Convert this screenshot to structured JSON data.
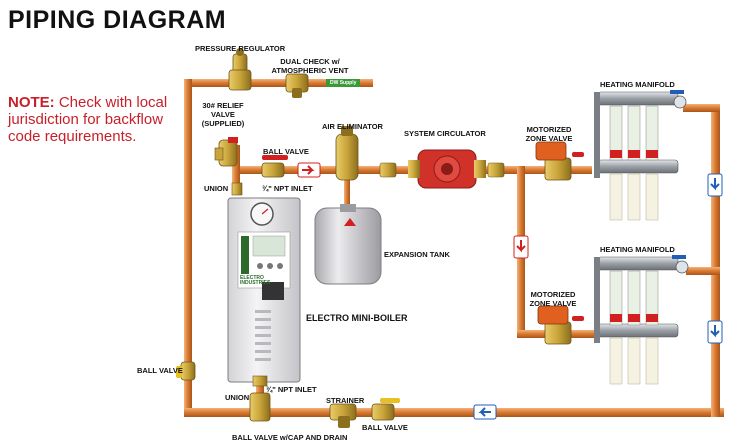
{
  "title": "PIPING DIAGRAM",
  "note": {
    "prefix": "NOTE:",
    "body": "Check with local jurisdiction for backflow code requirements."
  },
  "labels": {
    "pressure_regulator": "PRESSURE REGULATOR",
    "dual_check_line1": "DUAL CHECK w/",
    "dual_check_line2": "ATMOSPHERIC VENT",
    "dw_supply": "DW Supply",
    "relief_line1": "30# RELIEF",
    "relief_line2": "VALVE",
    "relief_line3": "(SUPPLIED)",
    "air_eliminator": "AIR ELIMINATOR",
    "system_circulator": "SYSTEM CIRCULATOR",
    "motorized_zone_valve_1_line1": "MOTORIZED",
    "motorized_zone_valve_1_line2": "ZONE VALVE",
    "heating_manifold_1": "HEATING MANIFOLD",
    "ball_valve_top": "BALL VALVE",
    "union_top": "UNION",
    "npt_inlet_top": "¾\" NPT INLET",
    "expansion_tank": "EXPANSION TANK",
    "heating_manifold_2": "HEATING MANIFOLD",
    "motorized_zone_valve_2_line1": "MOTORIZED",
    "motorized_zone_valve_2_line2": "ZONE VALVE",
    "electro_mini_boiler": "ELECTRO MINI-BOILER",
    "ball_valve_left": "BALL VALVE",
    "npt_inlet_bottom": "¾\" NPT INLET",
    "union_bottom": "UNION",
    "strainer": "STRAINER",
    "ball_valve_bottom": "BALL VALVE",
    "ball_valve_cap_drain": "BALL VALVE w/CAP AND DRAIN",
    "boiler_brand_line1": "ELECTRO",
    "boiler_brand_line2": "INDUSTRIES"
  },
  "colors": {
    "pipe": "#d9782f",
    "pipe_dark": "#a8561c",
    "note_red": "#c8202a",
    "brass": "#c9a43a",
    "circulator": "#d0322a",
    "flow_arrow_blue": "#1f5fb8",
    "flow_arrow_red": "#d02020",
    "valve_handle": "#e8c020",
    "boiler": "#e8e8ea",
    "tank": "#cfcfd2",
    "manifold": "#9aa0a6"
  }
}
